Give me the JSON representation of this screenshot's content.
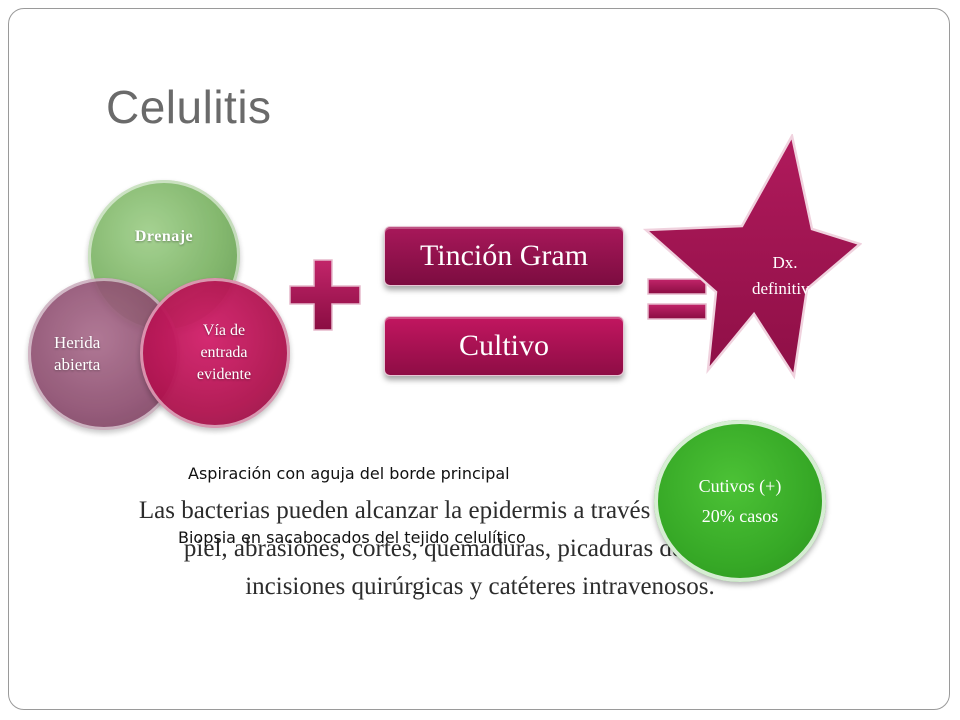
{
  "slide": {
    "title": "Celulitis",
    "circles": {
      "drenaje": "Drenaje",
      "herida_line1": "Herida",
      "herida_line2": "abierta",
      "via_line1": "Vía de",
      "via_line2": "entrada",
      "via_line3": "evidente"
    },
    "operators": {
      "plus": "plus-icon",
      "equals": "equals-icon"
    },
    "pills": {
      "gram": "Tinción Gram",
      "cultivo": "Cultivo"
    },
    "star": {
      "line1": "Dx.",
      "line2": "definitivo"
    },
    "body_text": {
      "line1": "Las bacterias pueden alcanzar la epidermis a través de lesiones de la",
      "line2": "piel, abrasiones, cortes, quemaduras, picaduras de insectos,",
      "line3": "incisiones quirúrgicas y catéteres intravenosos."
    },
    "notes": {
      "aspiracion": "Aspiración con aguja del borde principal",
      "biopsia": "Biopsia en sacabocados del tejido celulítico"
    },
    "green_circle": {
      "line1": "Cutivos (+)",
      "line2": "20% casos"
    }
  },
  "colors": {
    "title": "#6a6a6a",
    "magenta": "#a8185a",
    "green": "#36a826",
    "olive_green": "#7ab263",
    "mauve": "#8a4a6c"
  }
}
